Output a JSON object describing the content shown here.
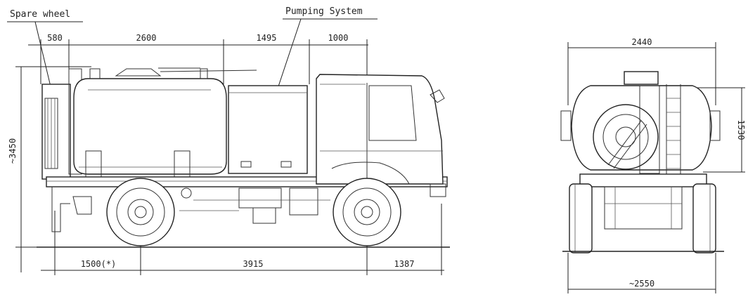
{
  "annotations": {
    "spare_wheel": "Spare wheel",
    "pumping_system": "Pumping System"
  },
  "side_view": {
    "top_dims": [
      "580",
      "2600",
      "1495",
      "1000"
    ],
    "height_dim": "~3450",
    "bottom_dims": [
      "1500(*)",
      "3915",
      "1387"
    ]
  },
  "rear_view": {
    "width_top": "2440",
    "height_right": "1530",
    "width_bottom": "~2550"
  }
}
